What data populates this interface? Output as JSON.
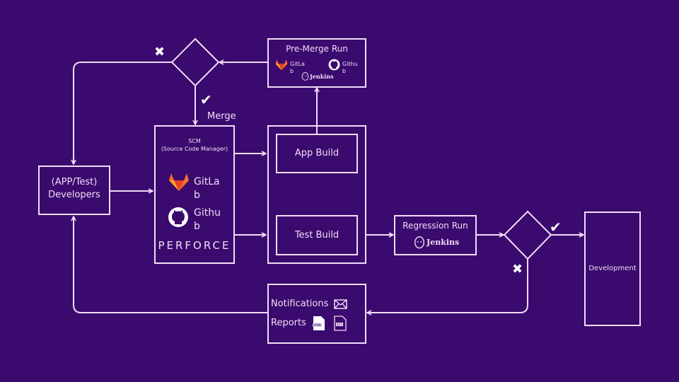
{
  "diagram": {
    "colors": {
      "background": "#3a0a6e",
      "stroke": "#f3dcf7",
      "gitlab_orange": "#fc6d26",
      "gitlab_red": "#e24329",
      "gitlab_yellow": "#fca326"
    },
    "nodes": {
      "developers": {
        "line1": "(APP/Test)",
        "line2": "Developers"
      },
      "scm": {
        "title_line1": "SCM",
        "title_line2": "(Source Code Manager)",
        "gitlab_line1": "GitLa",
        "gitlab_line2": "b",
        "github_line1": "Githu",
        "github_line2": "b",
        "perforce": "PERFORCE"
      },
      "pre_merge": {
        "title": "Pre-Merge Run",
        "gitlab_line1": "GitLa",
        "gitlab_line2": "b",
        "github_line1": "Githu",
        "github_line2": "b",
        "jenkins": "Jenkins"
      },
      "app_build": {
        "label": "App Build"
      },
      "test_build": {
        "label": "Test Build"
      },
      "regression": {
        "title": "Regression Run",
        "jenkins": "Jenkins"
      },
      "development": {
        "label": "Development"
      },
      "notifications": {
        "notifications_label": "Notifications",
        "reports_label": "Reports",
        "html_badge": "HTML",
        "xls_badge": "XLS"
      }
    },
    "edge_labels": {
      "merge": "Merge",
      "pass_mark": "✔",
      "fail_mark": "✖"
    },
    "icons": {
      "gitlab": "gitlab-icon",
      "github": "github-icon",
      "jenkins": "jenkins-icon",
      "mail": "mail-icon",
      "html_file": "html-file-icon",
      "xls_file": "xls-file-icon"
    }
  }
}
